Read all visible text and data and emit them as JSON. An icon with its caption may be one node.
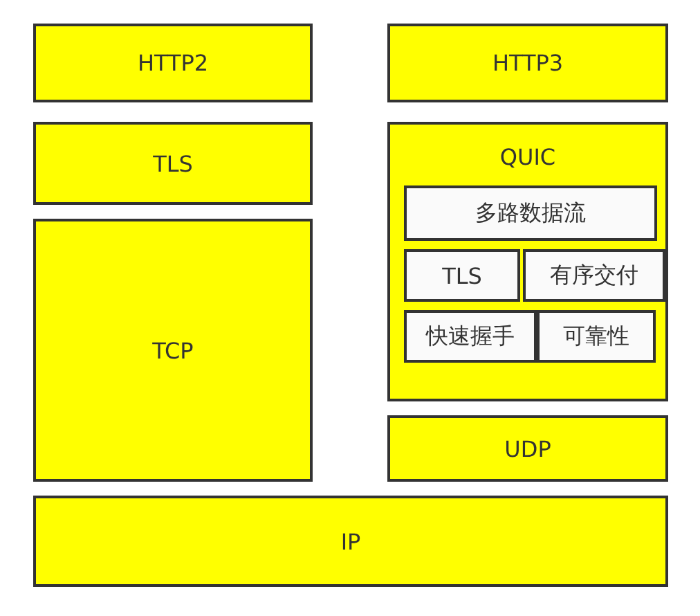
{
  "diagram": {
    "nodes": [
      {
        "text": [
          "HTTP2"
        ]
      },
      {
        "text": [
          "HTTP3"
        ]
      },
      {
        "text": [
          "TLS"
        ]
      },
      {
        "text": [
          "QUIC"
        ]
      },
      {
        "text": [
          "多路数据流"
        ],
        "in": 3
      },
      {
        "text": [
          "TLS"
        ],
        "in": 3
      },
      {
        "text": [
          "有序交付"
        ],
        "in": 3
      },
      {
        "text": [
          "快速握手"
        ],
        "in": 3
      },
      {
        "text": [
          "可靠性"
        ],
        "in": 3
      },
      {
        "text": [
          "TCP"
        ]
      },
      {
        "text": [
          "UDP"
        ]
      },
      {
        "text": [
          "IP"
        ]
      }
    ]
  }
}
